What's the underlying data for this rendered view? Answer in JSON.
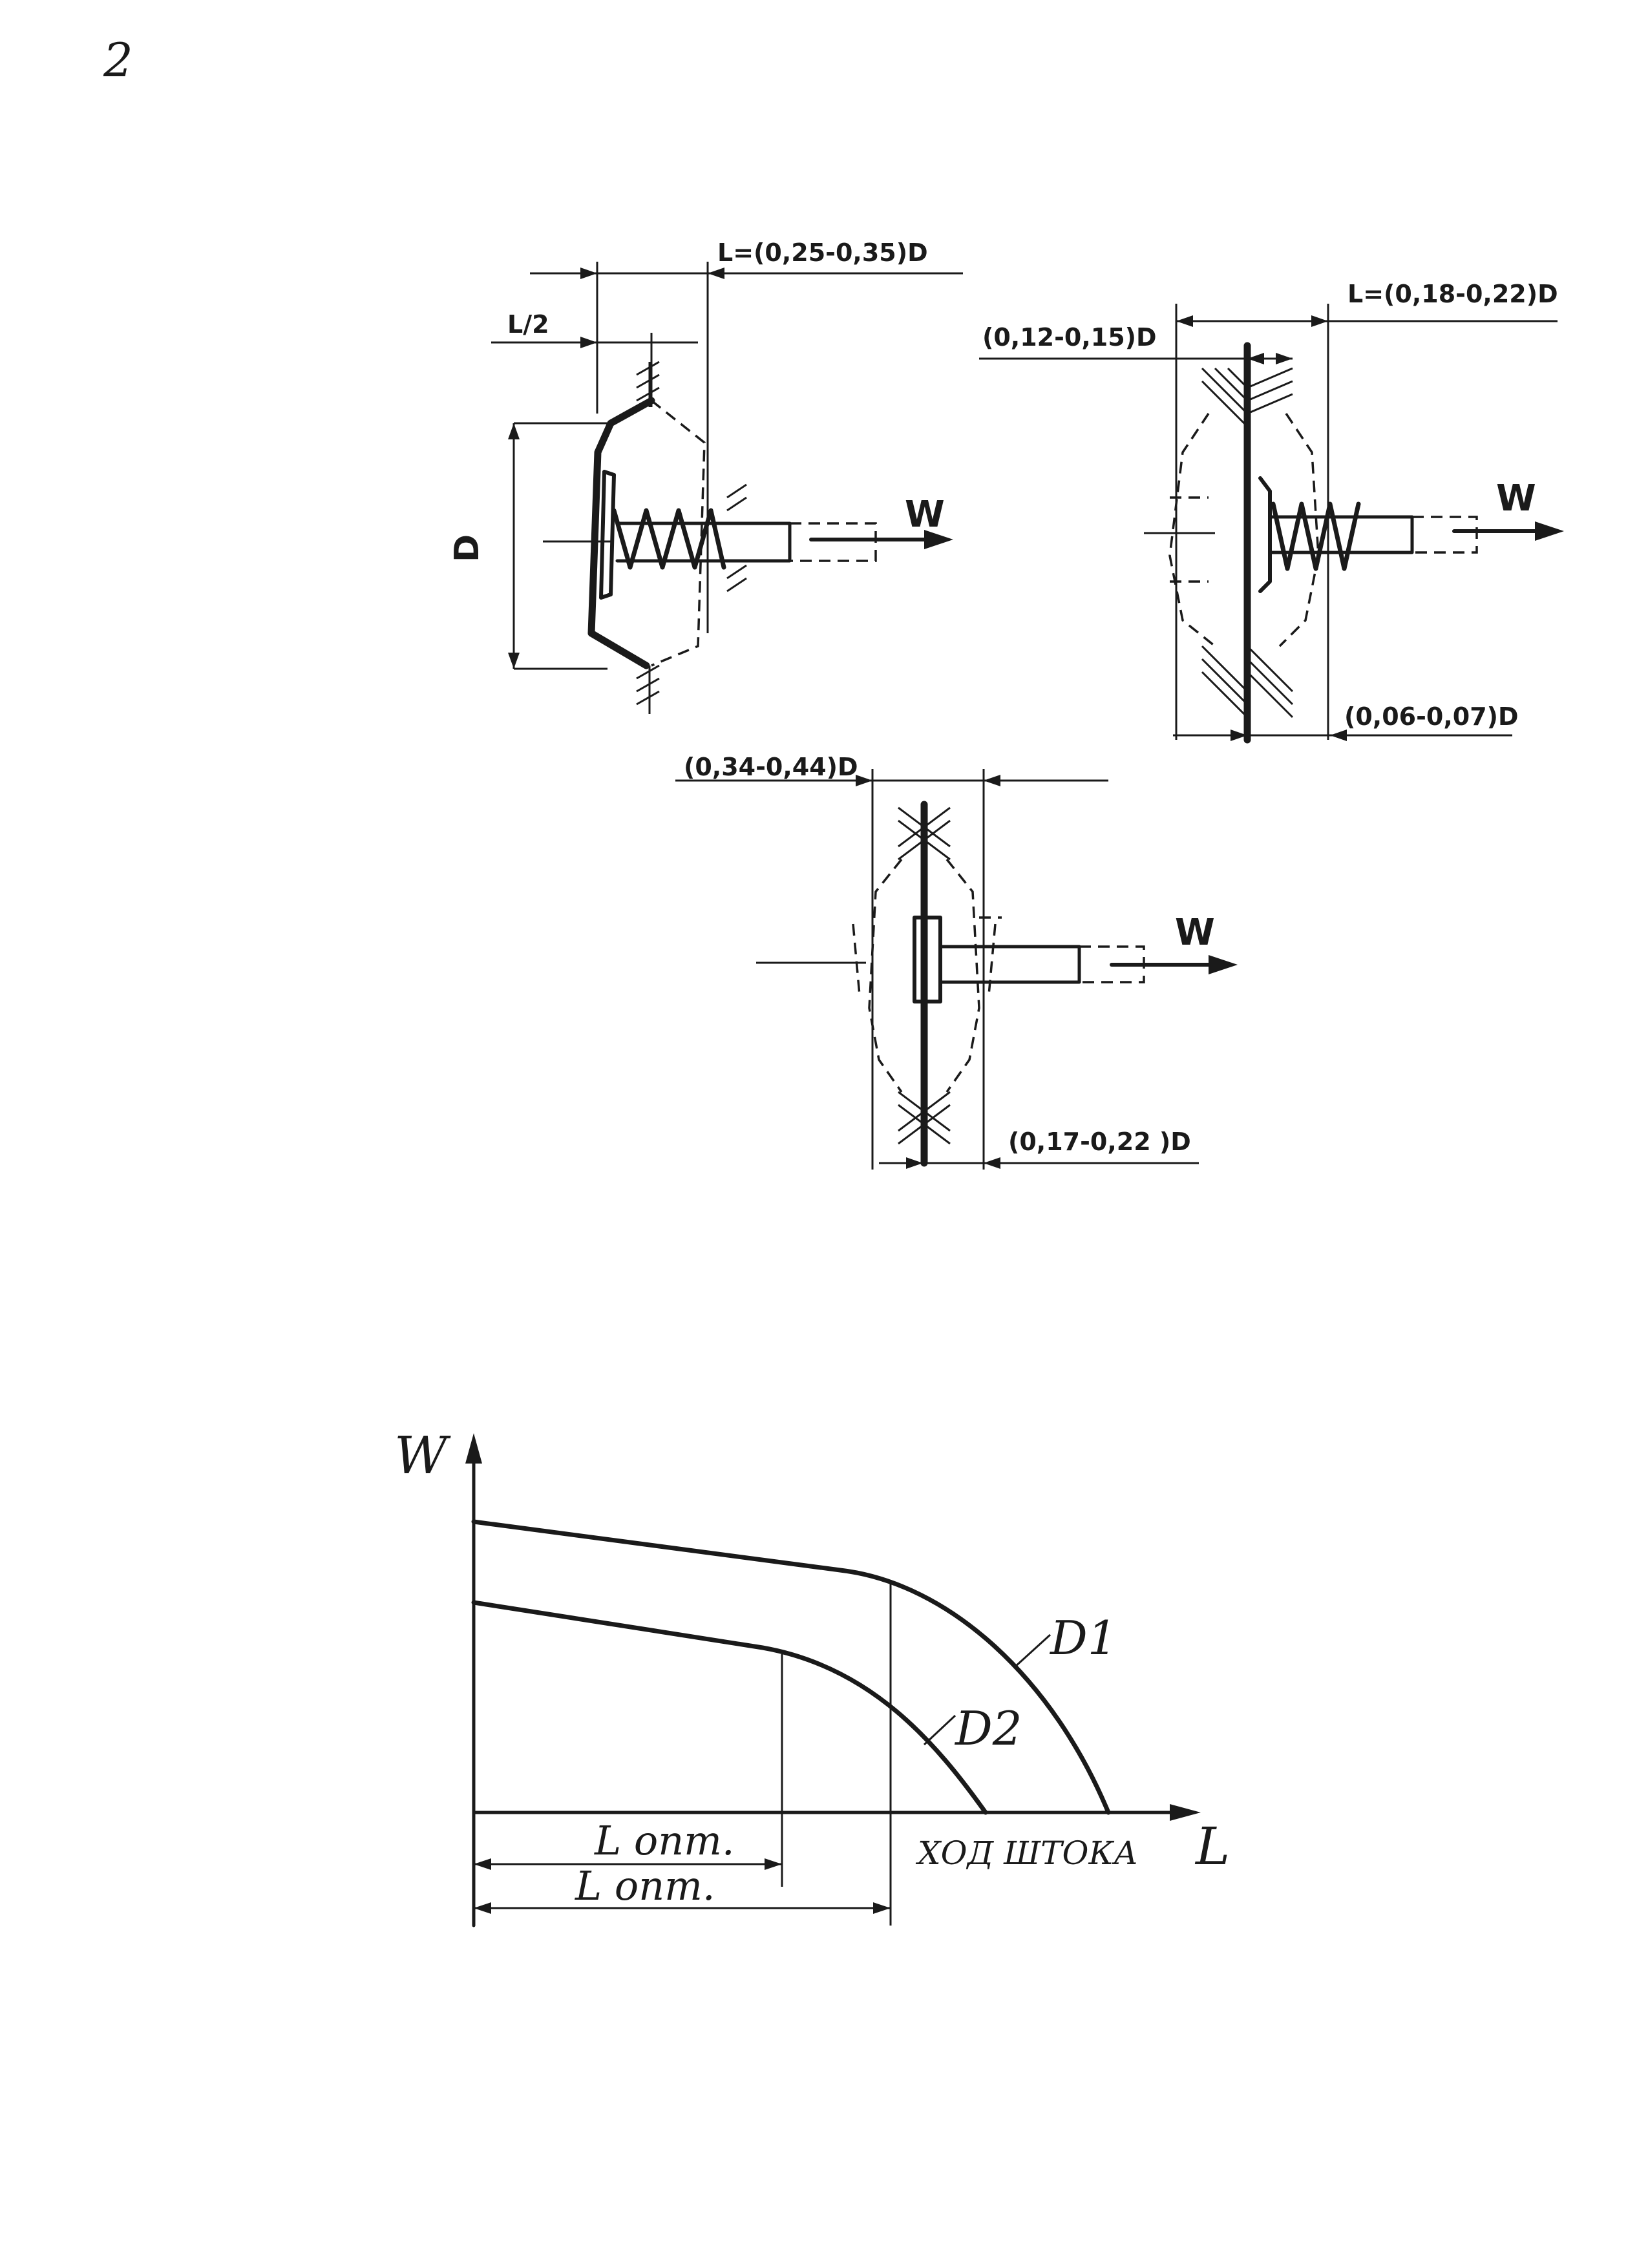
{
  "page_number": "2",
  "fig_a": {
    "dim_total": "L=(0,25-0,35)D",
    "dim_half": "L/2",
    "diameter": "D",
    "force": "W"
  },
  "fig_b": {
    "dim_total": "L=(0,18-0,22)D",
    "dim_left": "(0,12-0,15)D",
    "dim_right": "(0,06-0,07)D",
    "force": "W"
  },
  "fig_c": {
    "dim_left": "(0,34-0,44)D",
    "dim_right": "(0,17-0,22 )D",
    "force": "W"
  },
  "graph": {
    "y_axis_label": "W",
    "x_axis_label": "L",
    "x_axis_caption": "ХОД ШТОКА",
    "series": [
      "D1",
      "D2"
    ],
    "optimum_label_1": "L опт.",
    "optimum_label_2": "L опт."
  }
}
